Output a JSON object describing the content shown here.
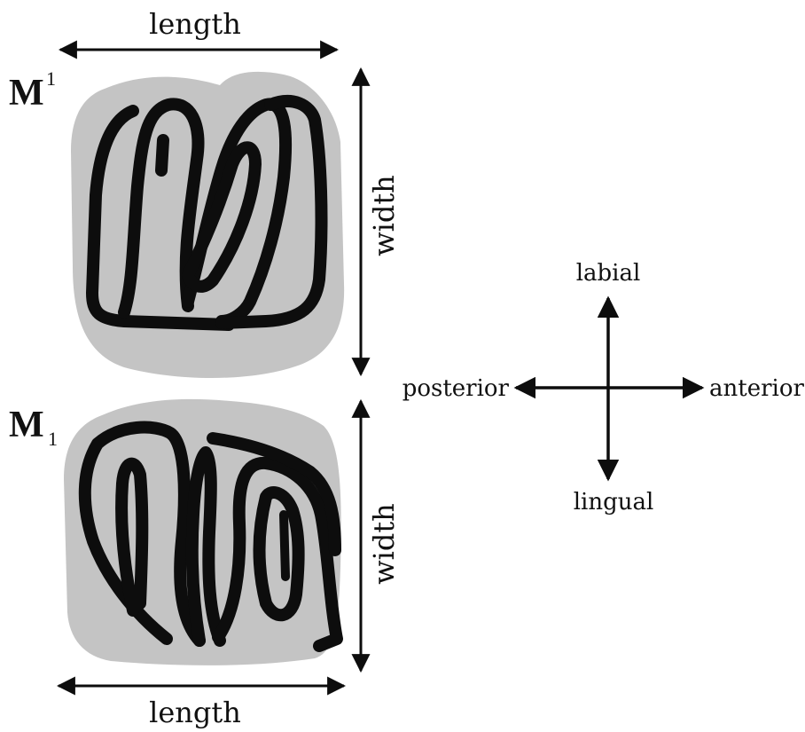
{
  "labels": {
    "length_top": "length",
    "length_bottom": "length",
    "width_upper": "width",
    "width_lower": "width"
  },
  "teeth": {
    "upper": {
      "base": "M",
      "index": "1",
      "index_position": "superscript"
    },
    "lower": {
      "base": "M",
      "index": "1",
      "index_position": "subscript"
    }
  },
  "orientation": {
    "labial": "labial",
    "lingual": "lingual",
    "posterior": "posterior",
    "anterior": "anterior"
  },
  "colors": {
    "crown_fill": "#c4c4c4",
    "enamel_band": "#0d0d0d",
    "arrow": "#0d0d0d"
  }
}
